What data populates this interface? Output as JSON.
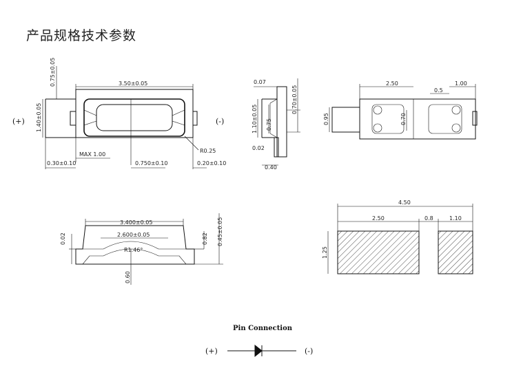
{
  "title": "产品规格技术参数",
  "top_view": {
    "plus": "(+)",
    "minus": "(-)",
    "dims": {
      "length": "3.50±0.05",
      "width": "1.40±0.05",
      "top_offset": "0.75±0.05",
      "max_dim": "MAX 1.00",
      "pad": "0.750±0.10",
      "corner": "0.30±0.10",
      "right": "0.20±0.10",
      "r": "R0.25"
    }
  },
  "side_view": {
    "dims": {
      "top": "0.07",
      "height": "0.70±0.05",
      "inner1": "1.10±0.05",
      "inner2": "0.75",
      "bot": "0.02",
      "base": "0.40"
    }
  },
  "bottom_view": {
    "dims": {
      "a": "2.50",
      "b": "0.5",
      "c": "1.00",
      "h": "0.95",
      "inner": "0.70"
    }
  },
  "front_view": {
    "dims": {
      "top": "3.400±0.05",
      "mid": "2.600±0.05",
      "r": "R1.46°",
      "left": "0.02",
      "right1": "0.82",
      "right2": "0.45±0.05",
      "bot": "0.60"
    }
  },
  "footprint": {
    "dims": {
      "total": "4.50",
      "a": "2.50",
      "b": "0.8",
      "c": "1.10",
      "h": "1.25"
    }
  },
  "pin_connection": {
    "label": "Pin Connection",
    "plus": "(+)",
    "minus": "(-)"
  }
}
